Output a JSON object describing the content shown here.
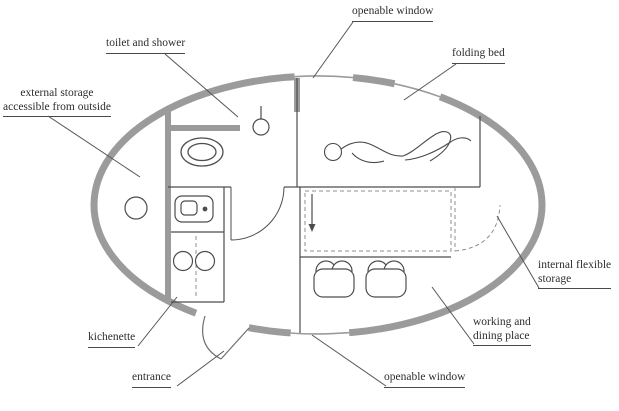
{
  "colors": {
    "wall_gray": "#9b9b9b",
    "line_dark": "#4d4d4d",
    "leader": "#555555",
    "dashed": "#8f8f8f",
    "background": "#ffffff",
    "text": "#2e2e2e"
  },
  "annotations": {
    "openable_window_top": {
      "lines": [
        "openable window"
      ]
    },
    "toilet_and_shower": {
      "lines": [
        "toilet and shower"
      ]
    },
    "folding_bed": {
      "lines": [
        "folding bed"
      ]
    },
    "external_storage": {
      "lines": [
        "external storage",
        "accessible from outside"
      ]
    },
    "internal_flexible_storage": {
      "lines": [
        "internal flexible",
        "storage"
      ]
    },
    "kichenette": {
      "lines": [
        "kichenette"
      ]
    },
    "entrance": {
      "lines": [
        "entrance"
      ]
    },
    "working_and_dining_place": {
      "lines": [
        "working and",
        "dining place"
      ]
    },
    "openable_window_bottom": {
      "lines": [
        "openable window"
      ]
    }
  }
}
